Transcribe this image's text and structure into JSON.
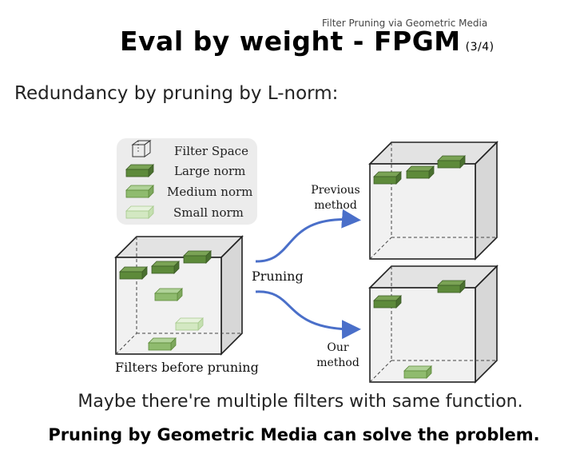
{
  "header": {
    "top_note": "Filter Pruning via Geometric Media",
    "title": "Eval by weight - FPGM",
    "title_part": "(3/4)"
  },
  "subtitle": "Redundancy by pruning by L-norm:",
  "figure": {
    "legend": {
      "filter_space": "Filter Space",
      "large": "Large norm",
      "medium": "Medium norm",
      "small": "Small norm"
    },
    "colors": {
      "large": "#5d8a3a",
      "medium": "#8fbb6e",
      "small": "#d3e8c2",
      "arrow": "#4a6fc9",
      "legend_bg": "#ececec"
    },
    "pruning_label": "Pruning",
    "before_caption": "Filters before pruning",
    "previous_method": [
      "Previous",
      "method"
    ],
    "our_method": [
      "Our",
      "method"
    ]
  },
  "footer": {
    "line1": "Maybe there're multiple filters with same function.",
    "line2": "Pruning by Geometric Media can solve the problem."
  }
}
